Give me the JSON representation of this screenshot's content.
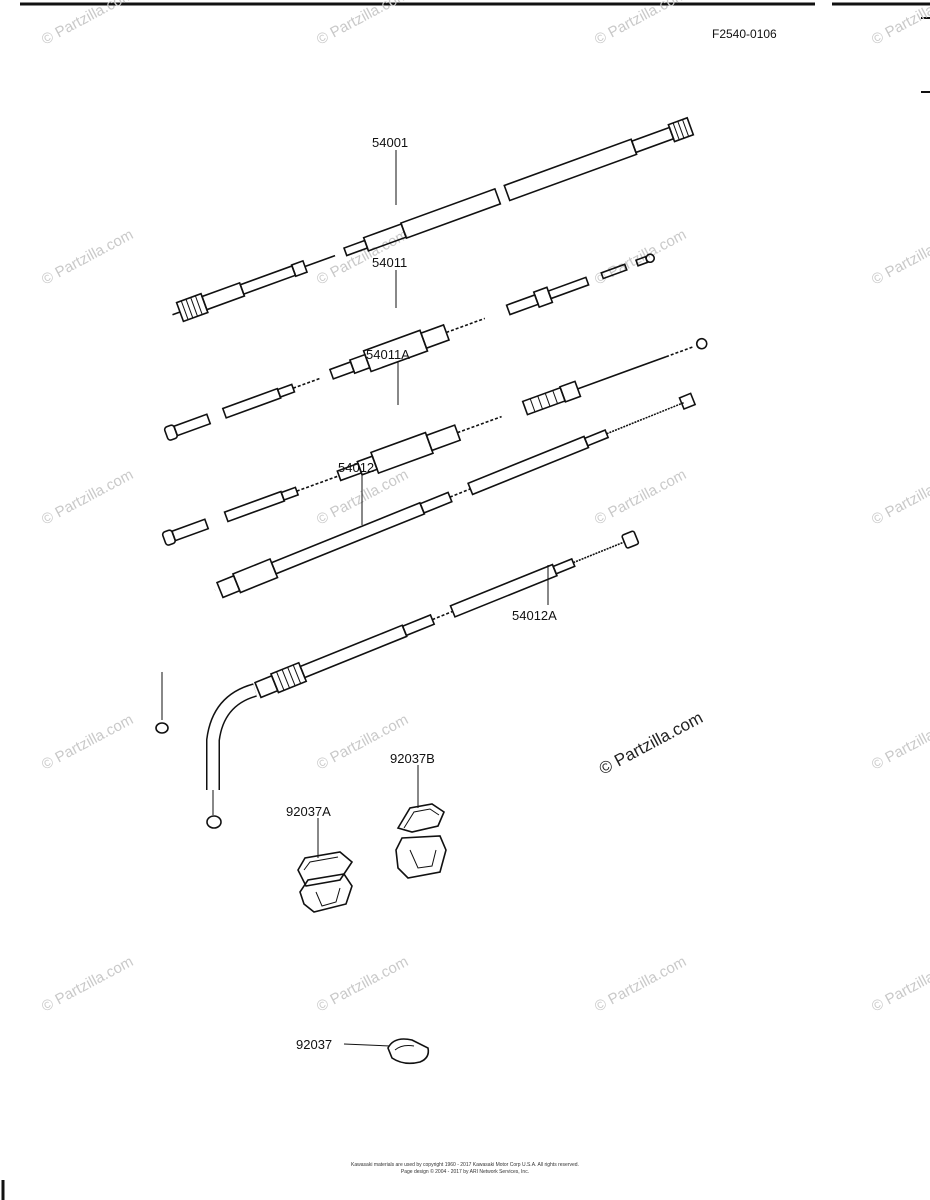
{
  "diagram_code": "F2540-0106",
  "watermark": "© Partzilla.com",
  "copyright_lines": [
    "Kawasaki materials are used by copyright 1960 - 2017 Kawasaki Motor Corp U.S.A. All rights reserved.",
    "Page design © 2004 - 2017 by ARI Network Services, Inc."
  ],
  "parts": [
    {
      "number": "54001"
    },
    {
      "number": "54011"
    },
    {
      "number": "54011A"
    },
    {
      "number": "54012"
    },
    {
      "number": "54012A"
    },
    {
      "number": "92037B"
    },
    {
      "number": "92037A"
    },
    {
      "number": "92037"
    }
  ]
}
